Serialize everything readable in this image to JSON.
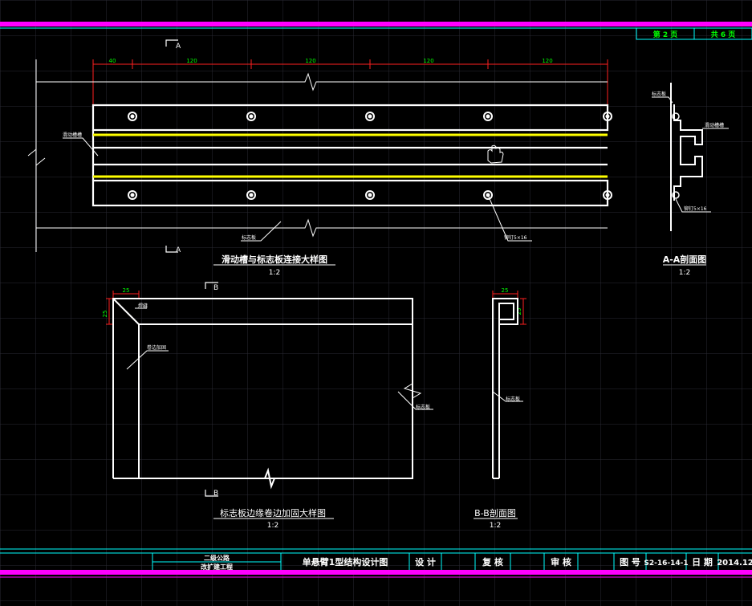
{
  "header": {
    "page_label": "第 2 页",
    "total_label": "共 6 页"
  },
  "views": {
    "main": {
      "section_mark": "A",
      "dimensions": [
        "40",
        "120",
        "120",
        "120",
        "120"
      ],
      "label_slide_channel": "滑动槽槽",
      "label_sign_plate": "标志板",
      "label_rivet": "铆钉5×16",
      "title": "滑动槽与标志板连接大样图",
      "scale": "1:2"
    },
    "aa": {
      "label_sign_plate": "标志板",
      "label_slide_channel": "滑动槽槽",
      "label_rivet": "铆钉5×16",
      "title": "A-A剖面图",
      "scale": "1:2"
    },
    "edge": {
      "section_mark": "B",
      "dim_width": "25",
      "dim_height": "25",
      "label_weld": "焊缝",
      "label_fold": "卷边加固",
      "label_sign_plate": "标志板",
      "title": "标志板边缘卷边加固大样图",
      "scale": "1:2"
    },
    "bb": {
      "dim_width": "25",
      "dim_height": "25",
      "label_sign_plate": "标志板",
      "title": "B-B剖面图",
      "scale": "1:2"
    }
  },
  "title_block": {
    "project_line1": "二级公路",
    "project_line2": "改扩建工程",
    "drawing_title": "单悬臂1型结构设计图",
    "design_label": "设 计",
    "check_label": "复 核",
    "review_label": "审 核",
    "drawing_no_label": "图 号",
    "drawing_no": "S2-16-14-1",
    "date_label": "日 期",
    "date": "2014.12"
  },
  "colors": {
    "background": "#000000",
    "grid": "#2a2a33",
    "frame_magenta": "#ff00ff",
    "cyan": "#00ffff",
    "lines_white": "#ffffff",
    "dimension_red": "#ff2020",
    "dim_text_green": "#00ff00",
    "highlight_yellow": "#ffff00",
    "title_text": "#ffffff"
  }
}
